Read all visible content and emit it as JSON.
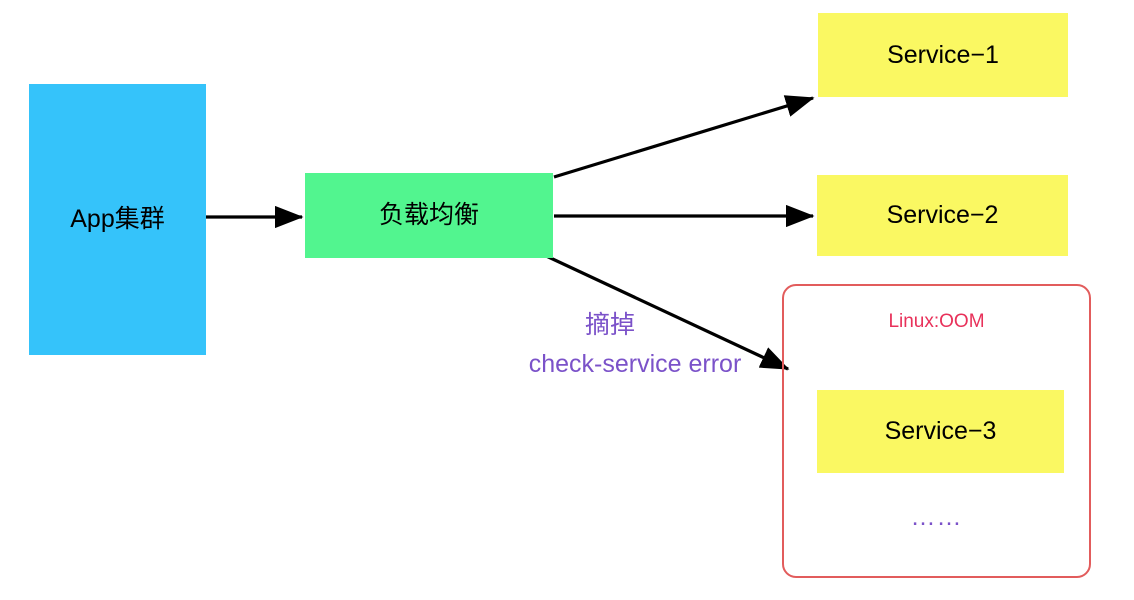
{
  "diagram": {
    "title": "Load balancer service topology with OOM failure",
    "background": "#ffffff",
    "nodes": {
      "app_cluster": {
        "label": "App集群",
        "color": "#35c3fa",
        "shape": "rectangle"
      },
      "load_balancer": {
        "label": "负载均衡",
        "color": "#52f58f",
        "shape": "rectangle"
      },
      "service_1": {
        "label": "Service−1",
        "color": "#faf862",
        "shape": "rectangle"
      },
      "service_2": {
        "label": "Service−2",
        "color": "#faf862",
        "shape": "rectangle"
      },
      "service_3": {
        "label": "Service−3",
        "color": "#faf862",
        "shape": "rectangle"
      }
    },
    "oom_group": {
      "border_color": "#e25c5c",
      "status_label": "Linux:OOM",
      "status_color": "#e8315a",
      "ellipsis": "……",
      "ellipsis_color": "#7b52c9"
    },
    "edges": [
      {
        "from": "app_cluster",
        "to": "load_balancer",
        "label": "",
        "color": "#000000"
      },
      {
        "from": "load_balancer",
        "to": "service_1",
        "label": "",
        "color": "#000000"
      },
      {
        "from": "load_balancer",
        "to": "service_2",
        "label": "",
        "color": "#000000"
      },
      {
        "from": "load_balancer",
        "to": "service_3",
        "label": "摘掉 check-service error",
        "color": "#000000"
      }
    ],
    "annotations": {
      "line1": "摘掉",
      "line2": "check-service error",
      "color": "#7b52c9"
    }
  }
}
